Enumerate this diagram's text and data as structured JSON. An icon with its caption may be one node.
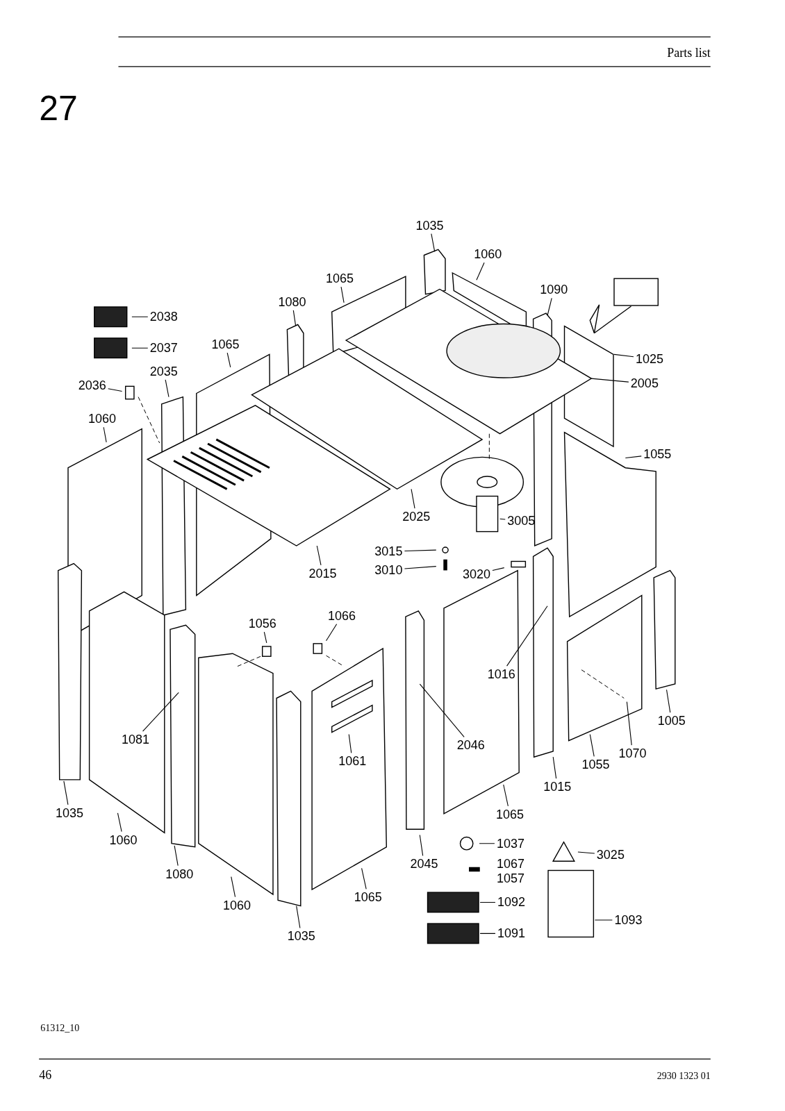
{
  "diagram": {
    "nodes": [
      {
        "text": [
          "1035"
        ]
      },
      {
        "text": [
          "1060"
        ]
      },
      {
        "text": [
          "1065"
        ]
      },
      {
        "text": [
          "1090"
        ]
      },
      {
        "text": [
          "1080"
        ]
      },
      {
        "text": [
          "2038"
        ]
      },
      {
        "text": [
          "1065"
        ]
      },
      {
        "text": [
          "2037"
        ]
      },
      {
        "text": [
          "1025"
        ]
      },
      {
        "text": [
          "2035"
        ]
      },
      {
        "text": [
          "2036"
        ]
      },
      {
        "text": [
          "2005"
        ]
      },
      {
        "text": [
          "1060"
        ]
      },
      {
        "text": [
          "1055"
        ]
      },
      {
        "text": [
          "2025"
        ]
      },
      {
        "text": [
          "3005"
        ]
      },
      {
        "text": [
          "3015"
        ]
      },
      {
        "text": [
          "3020"
        ]
      },
      {
        "text": [
          "3010"
        ]
      },
      {
        "text": [
          "2015"
        ]
      },
      {
        "text": [
          "1066"
        ]
      },
      {
        "text": [
          "1056"
        ]
      },
      {
        "text": [
          "1016"
        ]
      },
      {
        "text": [
          "1005"
        ]
      },
      {
        "text": [
          "1081"
        ]
      },
      {
        "text": [
          "2046"
        ]
      },
      {
        "text": [
          "1070"
        ]
      },
      {
        "text": [
          "1061"
        ]
      },
      {
        "text": [
          "1055"
        ]
      },
      {
        "text": [
          "1015"
        ]
      },
      {
        "text": [
          "1035"
        ]
      },
      {
        "text": [
          "1065"
        ]
      },
      {
        "text": [
          "1060"
        ]
      },
      {
        "text": [
          "1037"
        ]
      },
      {
        "text": [
          "3025"
        ]
      },
      {
        "text": [
          "2045"
        ]
      },
      {
        "text": [
          "1080"
        ]
      },
      {
        "text": [
          "1065"
        ]
      },
      {
        "text": [
          "1092"
        ]
      },
      {
        "text": [
          "1060"
        ]
      },
      {
        "text": [
          "1093"
        ]
      },
      {
        "text": [
          "1091"
        ]
      },
      {
        "text": [
          "1035"
        ]
      }
    ],
    "edges": [
      {
        "from": 0,
        "to": null,
        "arrow": "none"
      },
      {
        "from": 1,
        "to": null,
        "arrow": "none"
      },
      {
        "from": 2,
        "to": null,
        "arrow": "none"
      },
      {
        "from": 3,
        "to": null,
        "arrow": "none"
      },
      {
        "from": 4,
        "to": null,
        "arrow": "none"
      },
      {
        "from": 5,
        "to": null,
        "arrow": "none"
      },
      {
        "from": 6,
        "to": null,
        "arrow": "none"
      },
      {
        "from": 7,
        "to": null,
        "arrow": "none"
      },
      {
        "from": 8,
        "to": null,
        "arrow": "none"
      },
      {
        "from": 9,
        "to": null,
        "arrow": "none"
      },
      {
        "from": 10,
        "to": null,
        "arrow": "none"
      },
      {
        "from": 11,
        "to": null,
        "arrow": "none"
      },
      {
        "from": 12,
        "to": null,
        "arrow": "none"
      },
      {
        "from": 13,
        "to": null,
        "arrow": "none"
      },
      {
        "from": 14,
        "to": null,
        "arrow": "none"
      },
      {
        "from": 15,
        "to": null,
        "arrow": "none"
      },
      {
        "from": 16,
        "to": null,
        "arrow": "none"
      },
      {
        "from": 17,
        "to": null,
        "arrow": "none"
      },
      {
        "from": 18,
        "to": null,
        "arrow": "none"
      },
      {
        "from": 19,
        "to": null,
        "arrow": "none"
      },
      {
        "from": 20,
        "to": null,
        "arrow": "none"
      },
      {
        "from": 21,
        "to": null,
        "arrow": "none"
      },
      {
        "from": 22,
        "to": null,
        "arrow": "none"
      },
      {
        "from": 23,
        "to": null,
        "arrow": "none"
      },
      {
        "from": 24,
        "to": null,
        "arrow": "none"
      },
      {
        "from": 25,
        "to": null,
        "arrow": "none"
      },
      {
        "from": 26,
        "to": null,
        "arrow": "none"
      },
      {
        "from": 27,
        "to": null,
        "arrow": "none"
      },
      {
        "from": 28,
        "to": null,
        "arrow": "none"
      },
      {
        "from": 29,
        "to": null,
        "arrow": "none"
      },
      {
        "from": 30,
        "to": null,
        "arrow": "none"
      },
      {
        "from": 31,
        "to": null,
        "arrow": "none"
      },
      {
        "from": 32,
        "to": null,
        "arrow": "none"
      },
      {
        "from": 33,
        "to": null,
        "arrow": "none"
      },
      {
        "from": 34,
        "to": null,
        "arrow": "none"
      },
      {
        "from": 35,
        "to": null,
        "arrow": "none"
      },
      {
        "from": 36,
        "to": null,
        "arrow": "none"
      },
      {
        "from": 37,
        "to": null,
        "arrow": "none"
      },
      {
        "from": 38,
        "to": null,
        "arrow": "none"
      },
      {
        "from": 39,
        "to": null,
        "arrow": "none"
      },
      {
        "from": 40,
        "to": null,
        "arrow": "none"
      },
      {
        "from": 41,
        "to": null,
        "arrow": "none"
      },
      {
        "from": 42,
        "to": null,
        "arrow": "none"
      }
    ],
    "labels": [
      "Parts list",
      "27",
      "1067",
      "1057",
      "61312_10",
      "46",
      "2930 1323 01"
    ]
  }
}
